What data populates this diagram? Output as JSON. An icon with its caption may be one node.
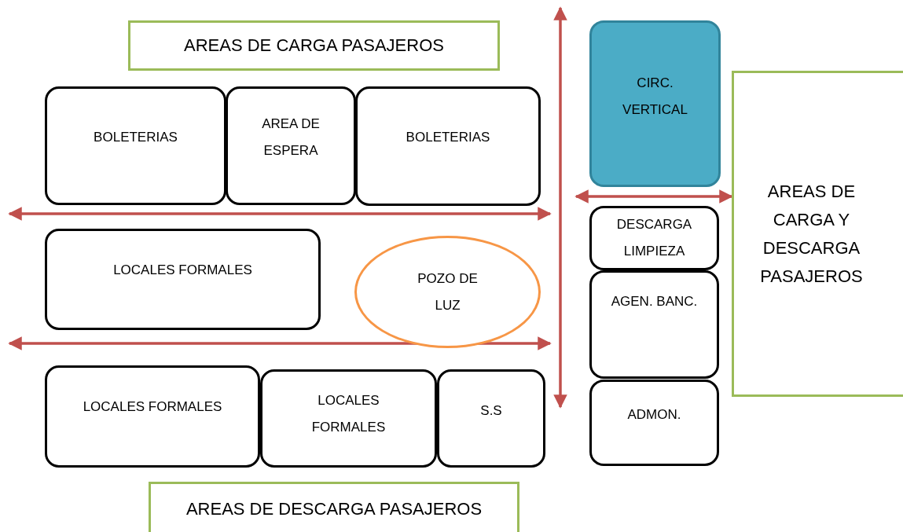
{
  "diagram": {
    "nodes": [
      {
        "text": [
          "AREAS DE CARGA PASAJEROS"
        ]
      },
      {
        "text": [
          "BOLETERIAS"
        ]
      },
      {
        "text": [
          "AREA DE ESPERA"
        ]
      },
      {
        "text": [
          "BOLETERIAS"
        ]
      },
      {
        "text": [
          "CIRC. VERTICAL"
        ]
      },
      {
        "text": [
          "AREAS DE CARGA Y DESCARGA PASAJEROS"
        ]
      },
      {
        "text": [
          "LOCALES FORMALES"
        ]
      },
      {
        "text": [
          "POZO DE LUZ"
        ]
      },
      {
        "text": [
          "DESCARGA LIMPIEZA"
        ]
      },
      {
        "text": [
          "AGEN. BANC."
        ]
      },
      {
        "text": [
          "LOCALES FORMALES"
        ]
      },
      {
        "text": [
          "LOCALES FORMALES"
        ]
      },
      {
        "text": [
          "S.S"
        ]
      },
      {
        "text": [
          "ADMON."
        ]
      },
      {
        "text": [
          "AREAS DE DESCARGA PASAJEROS"
        ]
      }
    ],
    "edges": [
      {
        "from": 4,
        "to": 5,
        "arrow": "both"
      }
    ]
  }
}
